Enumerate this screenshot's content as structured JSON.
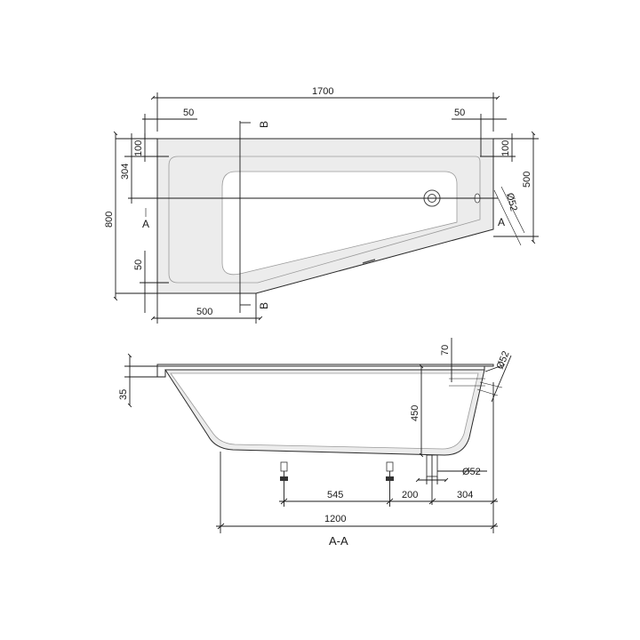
{
  "top_view": {
    "dims": {
      "total_length": "1700",
      "rim_left": "50",
      "rim_right": "50",
      "rim_top_left": "100",
      "rim_top_right": "100",
      "drain_offset": "304",
      "total_width": "800",
      "right_width": "500",
      "rim_bottom": "50",
      "bottom_length": "500",
      "overflow_dia": "Ø52"
    },
    "sections": {
      "a_left": "A",
      "a_right": "A",
      "b_top": "B",
      "b_bottom": "B"
    }
  },
  "side_view": {
    "dims": {
      "rim_height": "35",
      "overflow_height": "70",
      "overflow_dia": "Ø52",
      "depth": "450",
      "drain_dia": "Ø52",
      "foot_spacing": "545",
      "foot_to_drain": "200",
      "drain_to_end": "304",
      "base_length": "1200"
    },
    "section_label": "A-A"
  },
  "colors": {
    "line": "#1a1a1a",
    "shade": "#ececec",
    "inner_outline": "#9a9a9a"
  }
}
